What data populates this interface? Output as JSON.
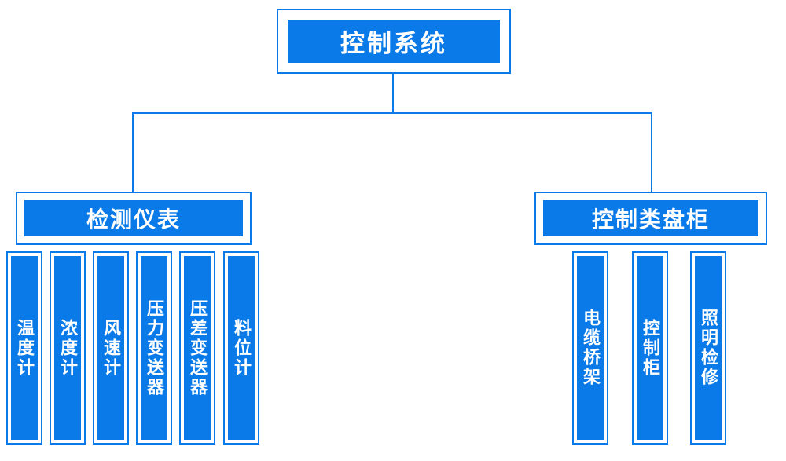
{
  "colors": {
    "primary": "#0a7ae8",
    "node_text": "#ffffff",
    "background": "#ffffff"
  },
  "diagram": {
    "root": {
      "label": "控制系统"
    },
    "branches": [
      {
        "label": "检测仪表",
        "children": [
          "温度计",
          "浓度计",
          "风速计",
          "压力变送器",
          "压差变送器",
          "料位计"
        ]
      },
      {
        "label": "控制类盘柜",
        "children": [
          "电缆桥架",
          "控制柜",
          "照明检修"
        ]
      }
    ]
  }
}
